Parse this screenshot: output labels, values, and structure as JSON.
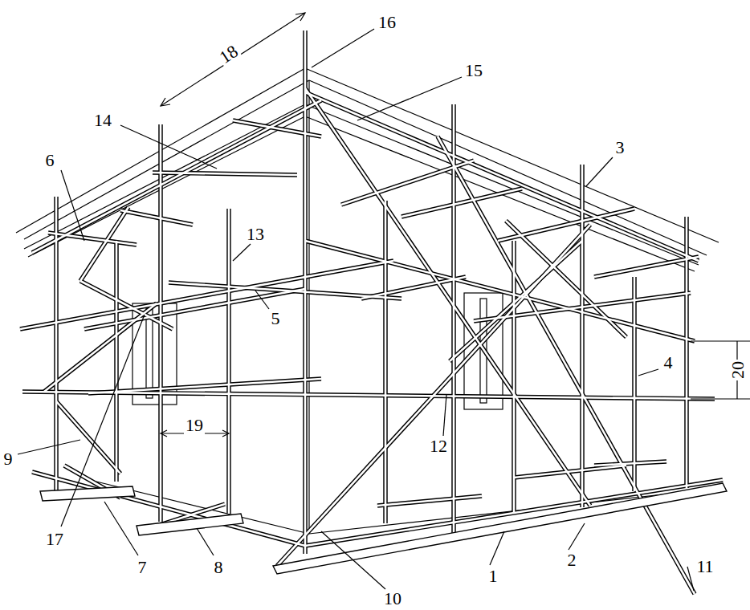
{
  "diagram": {
    "labels": [
      "18",
      "16",
      "15",
      "14",
      "3",
      "6",
      "13",
      "5",
      "20",
      "4",
      "12",
      "19",
      "9",
      "17",
      "7",
      "8",
      "10",
      "1",
      "2",
      "11"
    ]
  }
}
